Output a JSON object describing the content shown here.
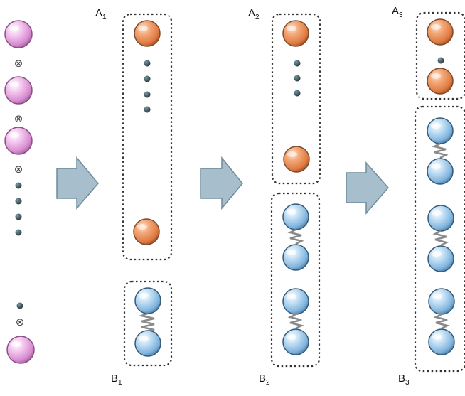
{
  "labels": {
    "a1": {
      "main": "A",
      "sub": "1"
    },
    "a2": {
      "main": "A",
      "sub": "2"
    },
    "a3": {
      "main": "A",
      "sub": "3"
    },
    "b1": {
      "main": "B",
      "sub": "1"
    },
    "b2": {
      "main": "B",
      "sub": "2"
    },
    "b3": {
      "main": "B",
      "sub": "3"
    }
  },
  "symbols": {
    "tensor": "⊗"
  },
  "colors": {
    "pink_sphere": "#e7a9e0",
    "orange_sphere": "#ec8a55",
    "blue_sphere": "#8ec0e6",
    "dot": "#2f4148",
    "arrow_fill": "#a7bfcc",
    "arrow_stroke": "#6f8c9a",
    "box_stroke": "#333333",
    "spring": "#8a8a8a"
  }
}
